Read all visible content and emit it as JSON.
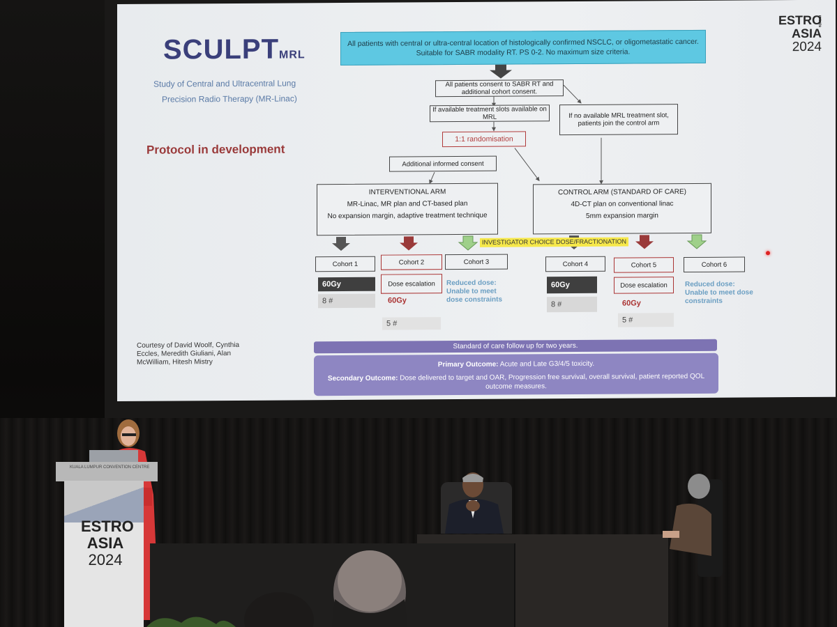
{
  "slide": {
    "logo": {
      "main": "SCULPT",
      "suffix": "MRL"
    },
    "subtitle_line1": "Study of Central and Ultracentral Lung",
    "subtitle_line2": "Precision Radio Therapy  (MR-Linac)",
    "protocol_label": "Protocol in development",
    "courtesy": "Courtesy of David Woolf, Cynthia Eccles, Meredith Giuliani, Alan McWilliam, Hitesh Mistry",
    "conference_logo": {
      "line1": "ESTRO",
      "line2": "ASIA",
      "year": "2024",
      "tag": "meets"
    },
    "flow": {
      "eligibility": "All patients with central or ultra-central location of histologically confirmed NSCLC, or oligometastatic cancer. Suitable for SABR modality RT. PS 0-2. No maximum size criteria.",
      "consent": "All patients consent to SABR RT and additional cohort consent.",
      "slots_available": "If available treatment slots available on MRL",
      "no_slots": "If no available MRL treatment slot, patients join the control arm",
      "randomisation": "1:1 randomisation",
      "additional_consent": "Additional informed consent",
      "interventional": {
        "title": "INTERVENTIONAL ARM",
        "line1": "MR-Linac, MR plan and CT-based plan",
        "line2": "No expansion margin, adaptive treatment technique"
      },
      "control": {
        "title": "CONTROL ARM (STANDARD OF CARE)",
        "line1": "4D-CT plan on conventional linac",
        "line2": "5mm expansion margin"
      },
      "investigator_choice": "INVESTIGATOR CHOICE DOSE/FRACTIONATION",
      "cohorts": [
        {
          "label": "Cohort 1",
          "dose": "60Gy",
          "fractions": "8 #"
        },
        {
          "label": "Cohort 2",
          "note": "Dose escalation",
          "dose": "60Gy",
          "fractions": "5 #"
        },
        {
          "label": "Cohort 3",
          "note": "Reduced dose: Unable to meet dose constraints"
        },
        {
          "label": "Cohort 4",
          "dose": "60Gy",
          "fractions": "8 #"
        },
        {
          "label": "Cohort 5",
          "note": "Dose escalation",
          "dose": "60Gy",
          "fractions": "5 #"
        },
        {
          "label": "Cohort 6",
          "note": "Reduced dose: Unable to meet dose constraints"
        }
      ],
      "followup": "Standard of care follow up for two years.",
      "primary_label": "Primary Outcome:",
      "primary_text": "Acute and Late G3/4/5 toxicity.",
      "secondary_label": "Secondary Outcome:",
      "secondary_text": "Dose delivered to target and OAR, Progression free survival, overall survival, patient reported QOL outcome measures."
    }
  },
  "stage": {
    "podium_top_label": "KUALA LUMPUR CONVENTION CENTRE",
    "podium_logo": {
      "line1": "ESTRO",
      "line2": "ASIA",
      "year": "2024"
    }
  },
  "colors": {
    "eligibility_box": "#5ec8e2",
    "randomisation": "#b03a3a",
    "outcome_bar": "#8e86c2",
    "highlight": "#f6e84a"
  }
}
